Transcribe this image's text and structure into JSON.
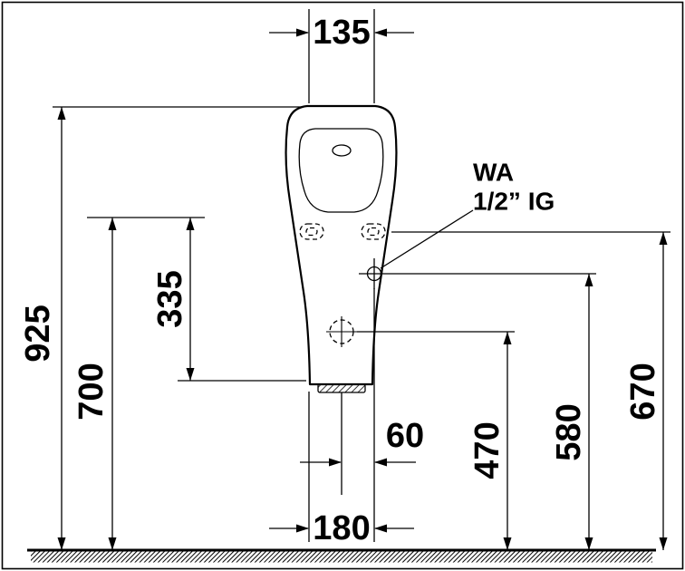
{
  "drawing": {
    "type": "technical-dimension-drawing",
    "subject": "urinal-front-view",
    "units": "mm",
    "dimensions": {
      "top_width": "135",
      "overall_height": "925",
      "rim_height": "700",
      "rim_to_base": "335",
      "drain_height": "470",
      "water_supply_height": "580",
      "fixing_holes_height": "670",
      "bottom_width": "180",
      "water_supply_offset": "60"
    },
    "labels": {
      "water_connection_abbr": "WA",
      "water_connection_spec": "1/2” IG"
    },
    "colors": {
      "line": "#000000",
      "background": "#ffffff"
    }
  }
}
